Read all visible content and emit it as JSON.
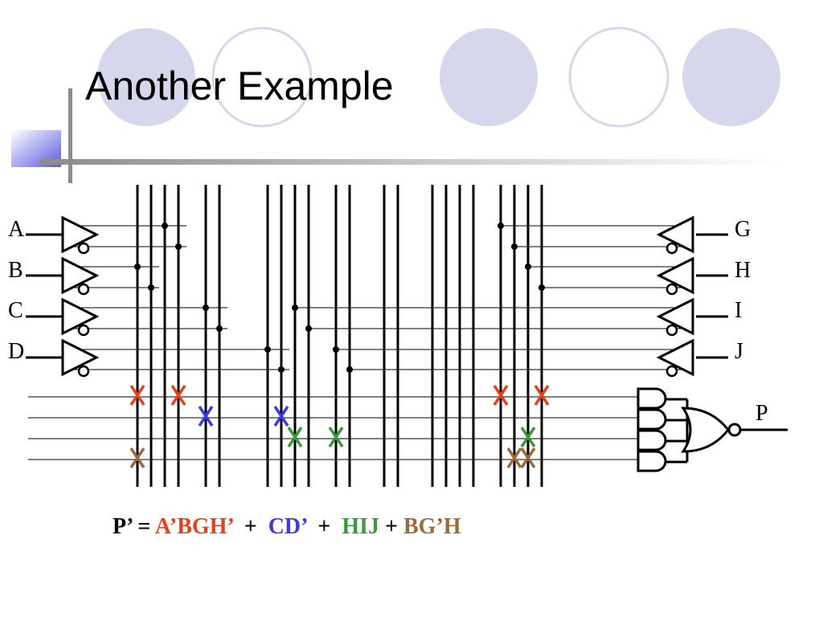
{
  "slide": {
    "title": "Another Example",
    "accent_circle_fill": "#d6d6ec",
    "accent_circle_stroke": "#d6d6ec",
    "accent_square": "#5a5ae0"
  },
  "diagram": {
    "left_inputs": [
      "A",
      "B",
      "C",
      "D"
    ],
    "right_inputs": [
      "G",
      "H",
      "I",
      "J"
    ],
    "output_label": "P",
    "colors": {
      "red": "#e8401c",
      "blue": "#3a3ae0",
      "green": "#3a9a3a",
      "brown": "#9a6a3a"
    }
  },
  "equation": {
    "prefix": "P’ = ",
    "terms": [
      {
        "text": "A’BGH’",
        "color": "#e8401c"
      },
      {
        "text": "  +  ",
        "color": "#000000"
      },
      {
        "text": "CD’",
        "color": "#3a3ae0"
      },
      {
        "text": "  +  ",
        "color": "#000000"
      },
      {
        "text": "HIJ",
        "color": "#3a9a3a"
      },
      {
        "text": " + ",
        "color": "#000000"
      },
      {
        "text": "BG’H",
        "color": "#9a6a3a"
      }
    ]
  }
}
